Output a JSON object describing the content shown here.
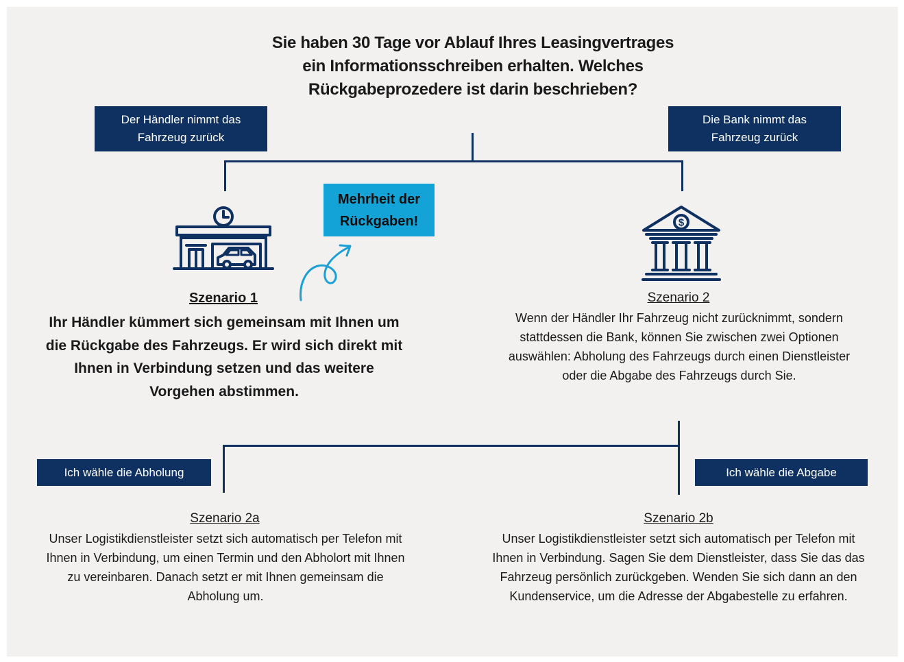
{
  "question": "Sie haben 30 Tage vor Ablauf Ihres Leasingvertrages ein Informationsschreiben erhalten. Welches Rückgabeprozedere ist darin beschrieben?",
  "branch_left_label": "Der Händler nimmt das Fahrzeug zurück",
  "branch_right_label": "Die Bank nimmt das Fahrzeug zurück",
  "highlight_label": "Mehrheit der Rückgaben!",
  "scenario1": {
    "heading": "Szenario 1",
    "text": "Ihr Händler kümmert sich gemeinsam mit Ihnen um die Rückgabe des Fahrzeugs. Er wird sich direkt mit Ihnen in Verbindung setzen und das weitere Vorgehen abstimmen."
  },
  "scenario2": {
    "heading": "Szenario 2",
    "text": "Wenn der Händler Ihr Fahrzeug nicht zurücknimmt, sondern stattdessen die Bank, können Sie zwischen zwei Optionen auswählen: Abholung des Fahrzeugs durch einen Dienstleister oder die Abgabe des Fahrzeugs durch Sie."
  },
  "option_left_label": "Ich wähle die Abholung",
  "option_right_label": "Ich wähle die Abgabe",
  "scenario2a": {
    "heading": "Szenario 2a",
    "text": "Unser Logistikdienstleister setzt sich automatisch per Telefon mit Ihnen in Verbindung, um einen Termin und den Abholort mit Ihnen zu vereinbaren. Danach setzt er mit Ihnen gemeinsam die Abholung um."
  },
  "scenario2b": {
    "heading": "Szenario 2b",
    "text": "Unser Logistikdienstleister setzt sich automatisch per Telefon mit Ihnen in Verbindung. Sagen Sie dem Dienstleister, dass Sie das das Fahrzeug persönlich zurückgeben. Wenden Sie sich dann an den Kundenservice, um die Adresse der Abgabestelle zu erfahren."
  },
  "icons": {
    "dealer": "car-dealership-icon",
    "bank": "bank-icon",
    "arrow": "curly-arrow-icon"
  },
  "colors": {
    "navy": "#0e3161",
    "highlight": "#14a3d6",
    "arrow": "#1aa0d4",
    "background": "#f3f1f0"
  }
}
